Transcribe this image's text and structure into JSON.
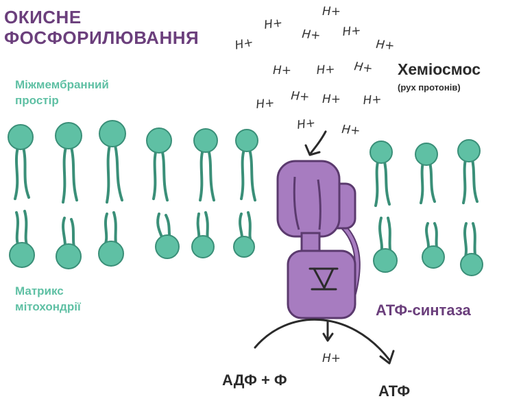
{
  "title": {
    "line1": "ОКИСНЕ",
    "line2": "ФОСФОРИЛЮВАННЯ"
  },
  "labels": {
    "intermembrane_line1": "Міжмембранний",
    "intermembrane_line2": "простір",
    "matrix_line1": "Матрикс",
    "matrix_line2": "мітохондрії",
    "chemiosmosis": "Хеміосмос",
    "chemiosmosis_sub": "(рух протонів)",
    "atp_synthase": "АТФ-синтаза",
    "adp_p": "АДФ + Ф",
    "atp": "АТФ",
    "proton": "H+"
  },
  "colors": {
    "membrane_teal": "#5fc0a4",
    "membrane_dark": "#3a8f78",
    "synthase_fill": "#a77cc0",
    "synthase_stroke": "#5b3a6e",
    "title_purple": "#6b3f7c",
    "text_dark": "#2b2b2b"
  }
}
